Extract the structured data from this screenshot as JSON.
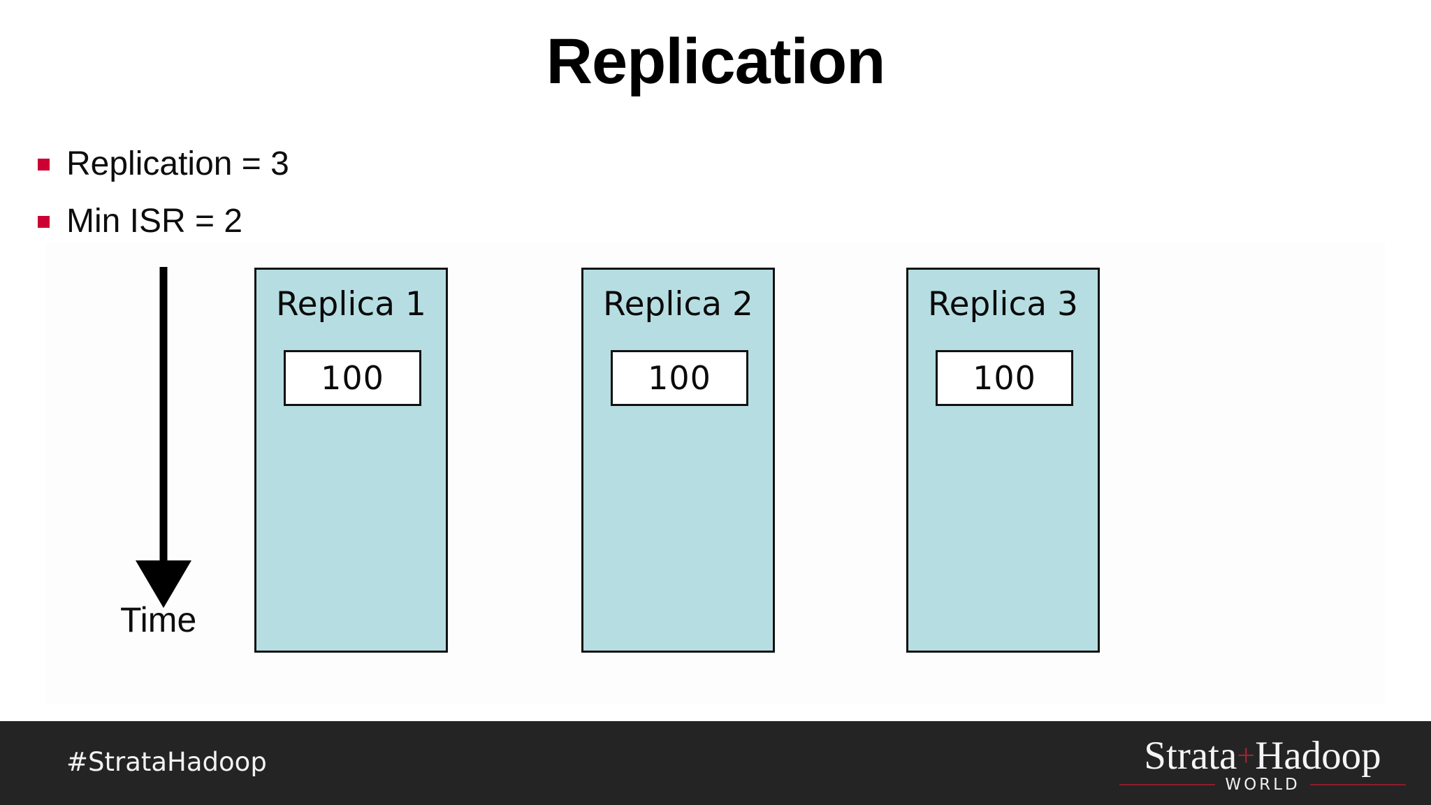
{
  "slide": {
    "title": "Replication",
    "background_color": "#ffffff"
  },
  "bullets": [
    {
      "text": "Replication = 3",
      "marker_color": "#CC0033"
    },
    {
      "text": "Min ISR = 2",
      "marker_color": "#CC0033"
    }
  ],
  "diagram": {
    "time_axis": {
      "label": "Time",
      "direction": "down",
      "icon": "down-arrow-icon"
    },
    "box_fill_color": "#B6DEE2",
    "box_border_color": "#111111",
    "replicas": [
      {
        "title": "Replica  1",
        "value": "100"
      },
      {
        "title": "Replica 2",
        "value": "100"
      },
      {
        "title": "Replica 3",
        "value": "100"
      }
    ]
  },
  "footer": {
    "hashtag": "#StrataHadoop",
    "background_color": "#242424",
    "logo": {
      "word_left": "Strata",
      "plus": "+",
      "word_right": "Hadoop",
      "subtitle": "WORLD",
      "accent_color": "#9E2233"
    }
  }
}
